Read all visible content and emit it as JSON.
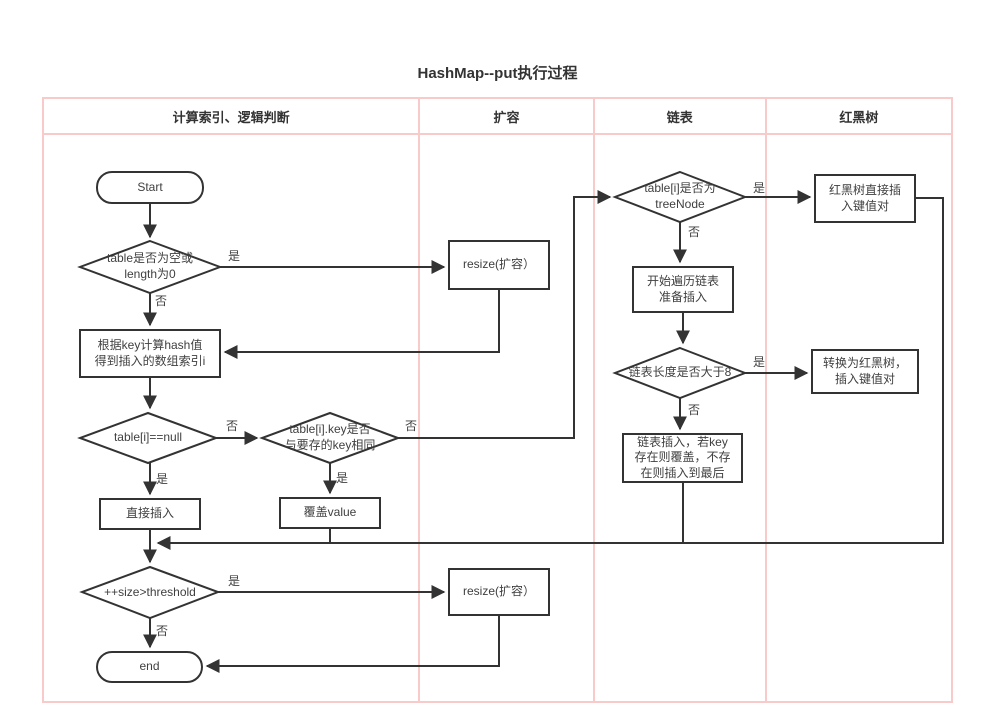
{
  "title": "HashMap--put执行过程",
  "lanes": [
    {
      "label": "计算索引、逻辑判断"
    },
    {
      "label": "扩容"
    },
    {
      "label": "链表"
    },
    {
      "label": "红黑树"
    }
  ],
  "nodes": {
    "start": "Start",
    "check_table_empty": "table是否为空或\nlength为0",
    "resize1": "resize(扩容）",
    "compute_hash": "根据key计算hash值\n得到插入的数组索引i",
    "check_null": "table[i]==null",
    "check_key_same": "table[i].key是否\n与要存的key相同",
    "direct_insert": "直接插入",
    "overwrite_value": "覆盖value",
    "check_threshold": "++size>threshold",
    "resize2": "resize(扩容）",
    "end": "end",
    "check_treenode": "table[i]是否为\ntreeNode",
    "rbt_insert": "红黑树直接插\n入键值对",
    "traverse_list": "开始遍历链表\n准备插入",
    "check_length": "链表长度是否大于8",
    "list_insert": "链表插入，若key\n存在则覆盖，不存\n在则插入到最后",
    "convert_rbt": "转换为红黑树，\n插入键值对"
  },
  "edge_labels": {
    "empty_yes": "是",
    "empty_no": "否",
    "null_yes": "是",
    "null_no": "否",
    "key_yes": "是",
    "key_no": "否",
    "threshold_yes": "是",
    "threshold_no": "否",
    "treenode_yes": "是",
    "treenode_no": "否",
    "length_yes": "是",
    "length_no": "否"
  },
  "colors": {
    "lane_border": "#f9caca",
    "line": "#333333",
    "text": "#404040"
  }
}
